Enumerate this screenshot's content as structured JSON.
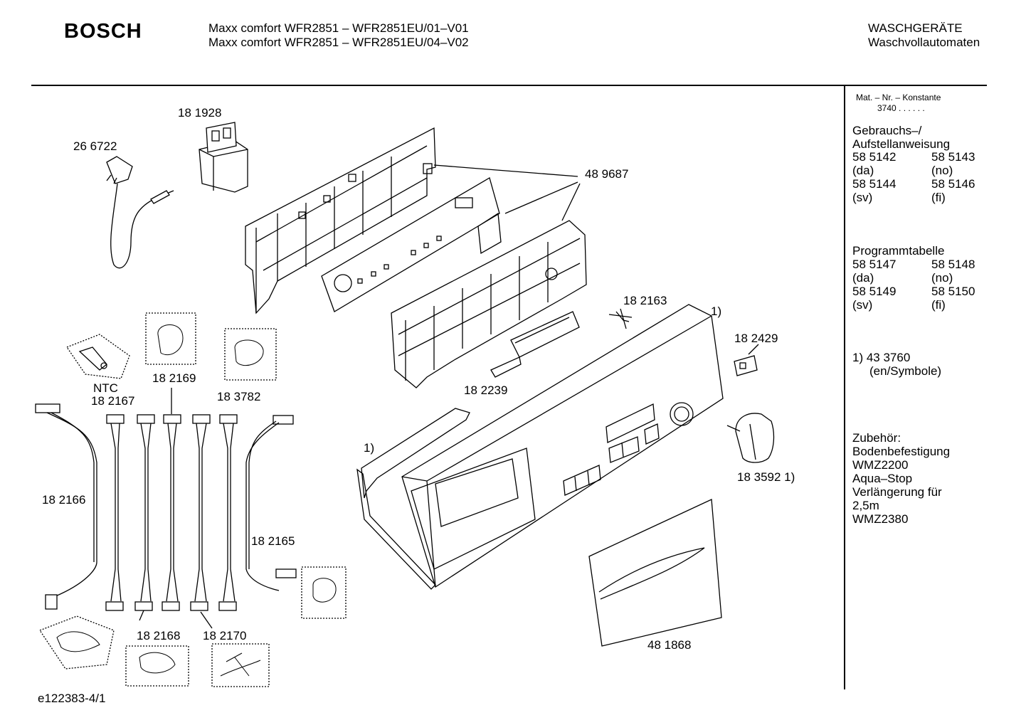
{
  "header": {
    "brand": "BOSCH",
    "model_line_1": "Maxx comfort WFR2851 – WFR2851EU/01–V01",
    "model_line_2": "Maxx comfort WFR2851 – WFR2851EU/04–V02",
    "category_1": "WASCHGERÄTE",
    "category_2": "Waschvollautomaten"
  },
  "parts": {
    "p181928": "18 1928",
    "p266722": "26 6722",
    "p489687": "48 9687",
    "p182163": "18 2163",
    "note1_a": "1)",
    "p182429": "18 2429",
    "p182239": "18 2239",
    "p182169": "18 2169",
    "ntc": "NTC",
    "p182167": "18 2167",
    "p183782": "18 3782",
    "note1_b": "1)",
    "p183592": "18 3592 1)",
    "p182166": "18 2166",
    "p182165": "18 2165",
    "p182168": "18 2168",
    "p182170": "18 2170",
    "p481868": "48 1868"
  },
  "footer": {
    "drawing_id": "e122383-4/1"
  },
  "sidebar": {
    "mat_label": "Mat. – Nr. – Konstante",
    "mat_value": "3740  .  .    .  .  .  .",
    "manual_title_1": "Gebrauchs–/",
    "manual_title_2": "Aufstellanweisung",
    "manual": [
      {
        "a": "58 5142",
        "b": "58 5143"
      },
      {
        "a": "(da)",
        "b": "(no)"
      },
      {
        "a": "58 5144",
        "b": "58 5146"
      },
      {
        "a": "(sv)",
        "b": "(fi)"
      }
    ],
    "table_title": "Programmtabelle",
    "table": [
      {
        "a": "58 5147",
        "b": "58 5148"
      },
      {
        "a": "(da)",
        "b": "(no)"
      },
      {
        "a": "58 5149",
        "b": "58 5150"
      },
      {
        "a": "(sv)",
        "b": "(fi)"
      }
    ],
    "footnote_1": "1)  43 3760",
    "footnote_2": "(en/Symbole)",
    "accessories": [
      "Zubehör:",
      "Bodenbefestigung",
      "WMZ2200",
      "Aqua–Stop",
      "Verlängerung für",
      "2,5m",
      "WMZ2380"
    ]
  }
}
